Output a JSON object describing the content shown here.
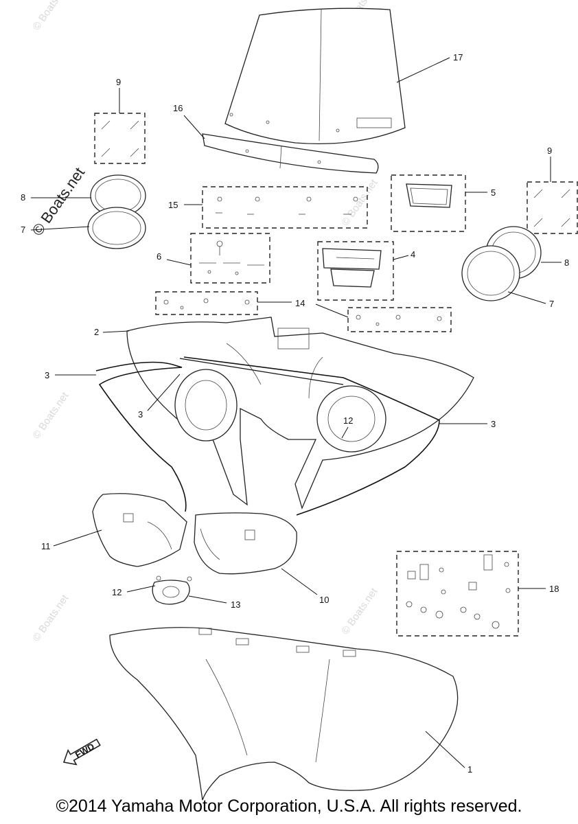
{
  "diagram": {
    "callouts": [
      {
        "id": "c17",
        "label": "17"
      },
      {
        "id": "c16",
        "label": "16"
      },
      {
        "id": "c9a",
        "label": "9"
      },
      {
        "id": "c9b",
        "label": "9"
      },
      {
        "id": "c8a",
        "label": "8"
      },
      {
        "id": "c8b",
        "label": "8"
      },
      {
        "id": "c7a",
        "label": "7"
      },
      {
        "id": "c7b",
        "label": "7"
      },
      {
        "id": "c15",
        "label": "15"
      },
      {
        "id": "c5",
        "label": "5"
      },
      {
        "id": "c6",
        "label": "6"
      },
      {
        "id": "c4",
        "label": "4"
      },
      {
        "id": "c14",
        "label": "14"
      },
      {
        "id": "c2",
        "label": "2"
      },
      {
        "id": "c3a",
        "label": "3"
      },
      {
        "id": "c3b",
        "label": "3"
      },
      {
        "id": "c3c",
        "label": "3"
      },
      {
        "id": "c12a",
        "label": "12"
      },
      {
        "id": "c12b",
        "label": "12"
      },
      {
        "id": "c11",
        "label": "11"
      },
      {
        "id": "c10",
        "label": "10"
      },
      {
        "id": "c13",
        "label": "13"
      },
      {
        "id": "c18",
        "label": "18"
      },
      {
        "id": "c1",
        "label": "1"
      }
    ],
    "fwd_label": "FWD",
    "watermark": "© Boats.net",
    "watermark_main": "© Boats.net"
  },
  "footer": {
    "copyright": "©2014 Yamaha Motor Corporation, U.S.A. All rights reserved."
  }
}
